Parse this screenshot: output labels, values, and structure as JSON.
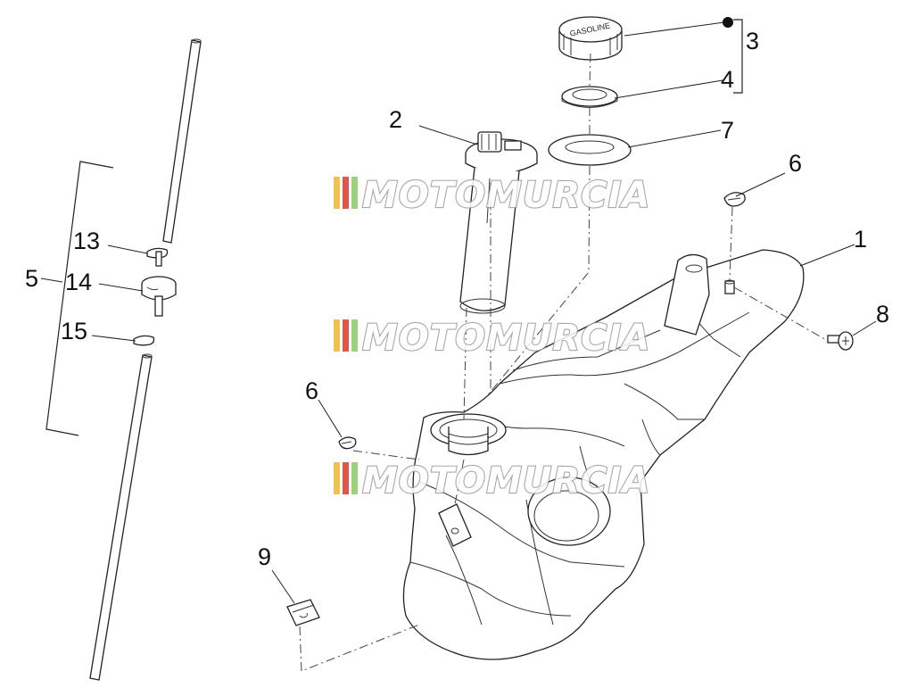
{
  "callouts": [
    {
      "id": "c1",
      "text": "1"
    },
    {
      "id": "c2",
      "text": "2"
    },
    {
      "id": "c3",
      "text": "3"
    },
    {
      "id": "c4",
      "text": "4"
    },
    {
      "id": "c5",
      "text": "5"
    },
    {
      "id": "c6a",
      "text": "6"
    },
    {
      "id": "c6b",
      "text": "6"
    },
    {
      "id": "c7",
      "text": "7"
    },
    {
      "id": "c8",
      "text": "8"
    },
    {
      "id": "c9",
      "text": "9"
    },
    {
      "id": "c13",
      "text": "13"
    },
    {
      "id": "c14",
      "text": "14"
    },
    {
      "id": "c15",
      "text": "15"
    }
  ],
  "watermark": {
    "text": "MOTOMURCIA",
    "colors": [
      "#f2c14e",
      "#e2554b",
      "#9bd17a"
    ]
  },
  "cap_label": "GASOLINE",
  "marker": "black-dot-icon"
}
